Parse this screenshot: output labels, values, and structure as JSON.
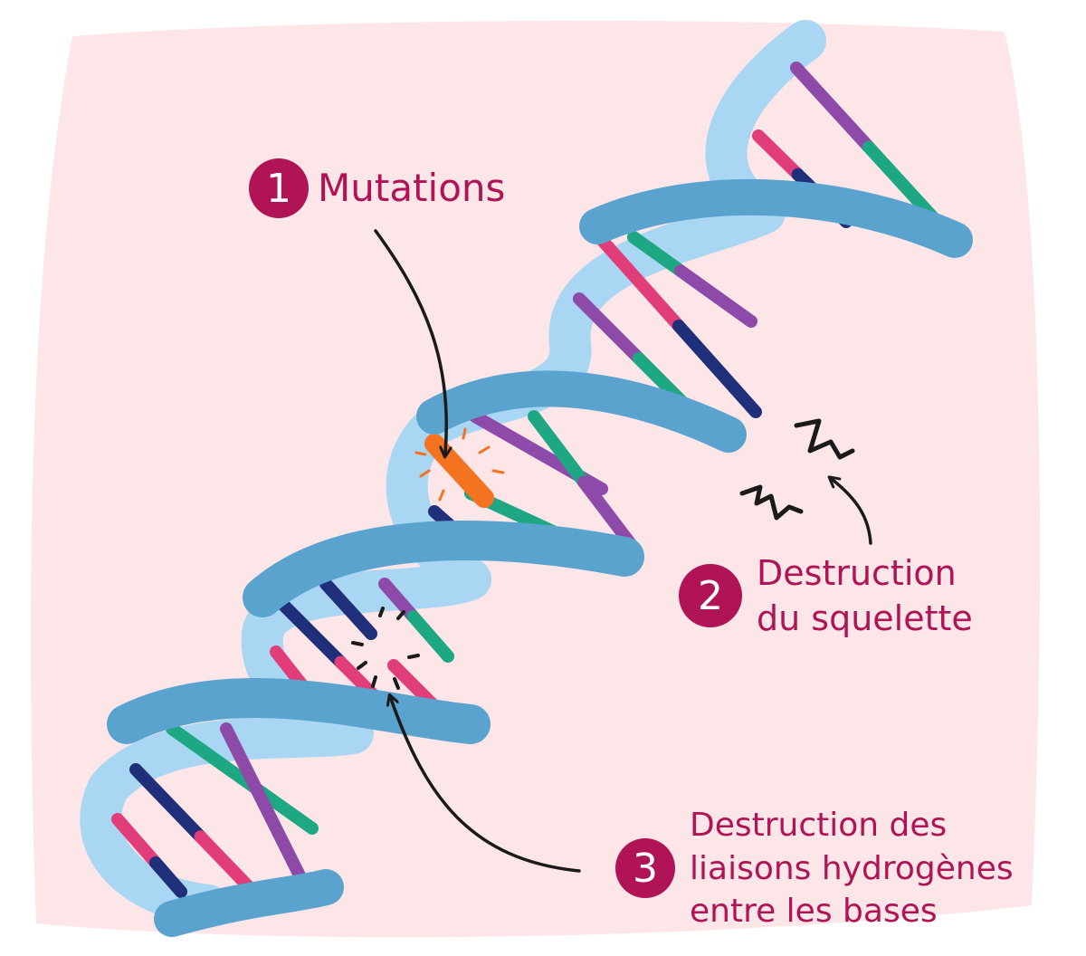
{
  "colors": {
    "background": "#fde6e8",
    "strand_light": "#a9d6f2",
    "strand_dark": "#5ba3cf",
    "base_purple": "#8e4aa9",
    "base_green": "#1ea783",
    "base_navy": "#1f2f7a",
    "base_pink": "#e23d7b",
    "mutation": "#f37320",
    "label": "#b01356",
    "arrow": "#1a1a1a"
  },
  "labels": [
    {
      "number": "1",
      "lines": [
        "Mutations"
      ]
    },
    {
      "number": "2",
      "lines": [
        "Destruction",
        "du squelette"
      ]
    },
    {
      "number": "3",
      "lines": [
        "Destruction des",
        "liaisons hydrogènes",
        "entre les bases"
      ]
    }
  ]
}
